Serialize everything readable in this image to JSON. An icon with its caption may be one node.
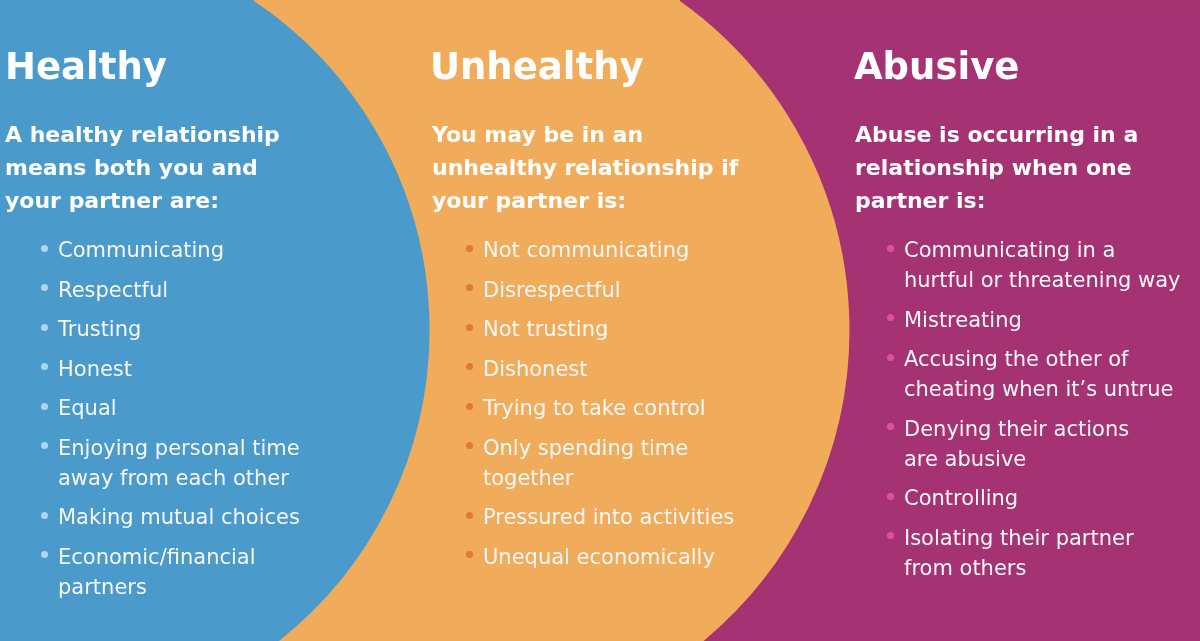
{
  "diagram": {
    "nodes": [
      {
        "text": [
          "Healthy",
          "A healthy relationship means both you and your partner are:",
          "Communicating",
          "Respectful",
          "Trusting",
          "Honest",
          "Equal",
          "Enjoying personal time away from each other",
          "Making mutual choices",
          "Economic/financial partners"
        ]
      },
      {
        "text": [
          "Unhealthy",
          "You may be in an unhealthy relationship if your partner is:",
          "Not communicating",
          "Disrespectful",
          "Not trusting",
          "Dishonest",
          "Trying to take control",
          "Only spending time together",
          "Pressured into activities",
          "Unequal economically"
        ]
      },
      {
        "text": [
          "Abusive",
          "Abuse is occurring in a relationship when one partner is:",
          "Communicating in a hurtful or threatening way",
          "Mistreating",
          "Accusing the other of cheating when it’s untrue",
          "Denying their actions are abusive",
          "Controlling",
          "Isolating their partner from others"
        ]
      }
    ]
  }
}
